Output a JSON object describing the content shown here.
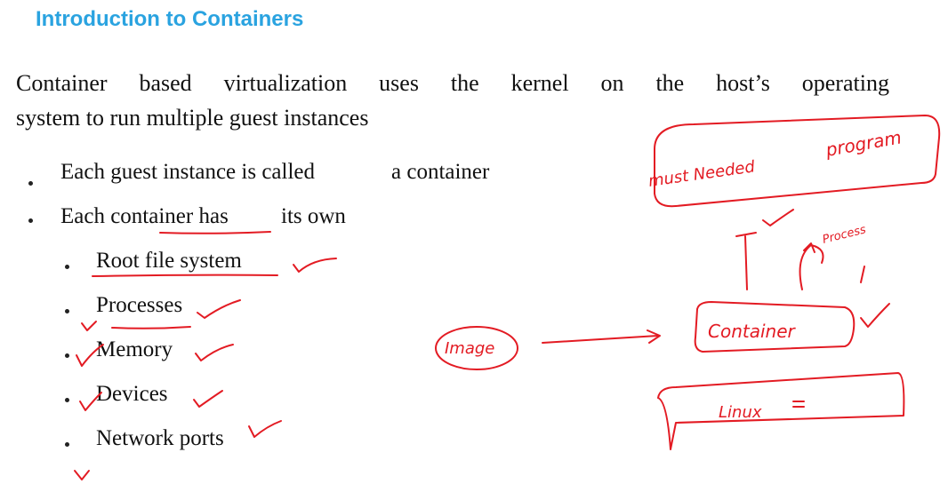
{
  "title": "Introduction to Containers",
  "paragraph": {
    "line1_words": [
      "Container",
      "based",
      "virtualization",
      "uses",
      "the",
      "kernel",
      "on",
      "the",
      "host’s",
      "operating"
    ],
    "line2": "system to run multiple guest instances"
  },
  "bullets": [
    {
      "prefix": "Each guest instance is called",
      "suffix": "a container"
    },
    {
      "prefix": "Each container has",
      "suffix": "its own"
    }
  ],
  "sub_bullets": [
    "Root file system",
    "Processes",
    "Memory",
    "Devices",
    "Network ports"
  ],
  "handwriting": {
    "must_needed": "must Needed",
    "program": "program",
    "process": "Process",
    "image": "Image",
    "container": "Container",
    "linux": "Linux"
  },
  "colors": {
    "title": "#2aa3e0",
    "ink": "#e31b23",
    "text": "#111111"
  }
}
